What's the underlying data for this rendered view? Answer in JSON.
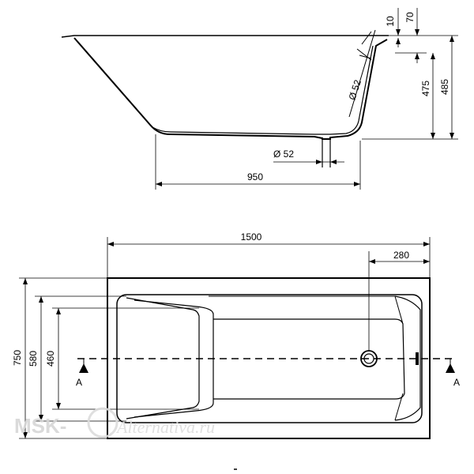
{
  "side_view": {
    "dim_rim_10": "10",
    "dim_rim_70": "70",
    "dim_height_475": "475",
    "dim_height_485": "485",
    "dim_bottom_950": "950",
    "dim_overflow_diameter": "Ø 52",
    "dim_drain_diameter": "Ø 52"
  },
  "top_view": {
    "dim_length": "1500",
    "dim_drain_offset": "280",
    "dim_width_750": "750",
    "dim_inner_580": "580",
    "dim_inner_460": "460",
    "section_label_left": "A",
    "section_label_right": "A"
  },
  "watermark": {
    "brand": "MSK-",
    "script": "Alternativa.ru"
  }
}
